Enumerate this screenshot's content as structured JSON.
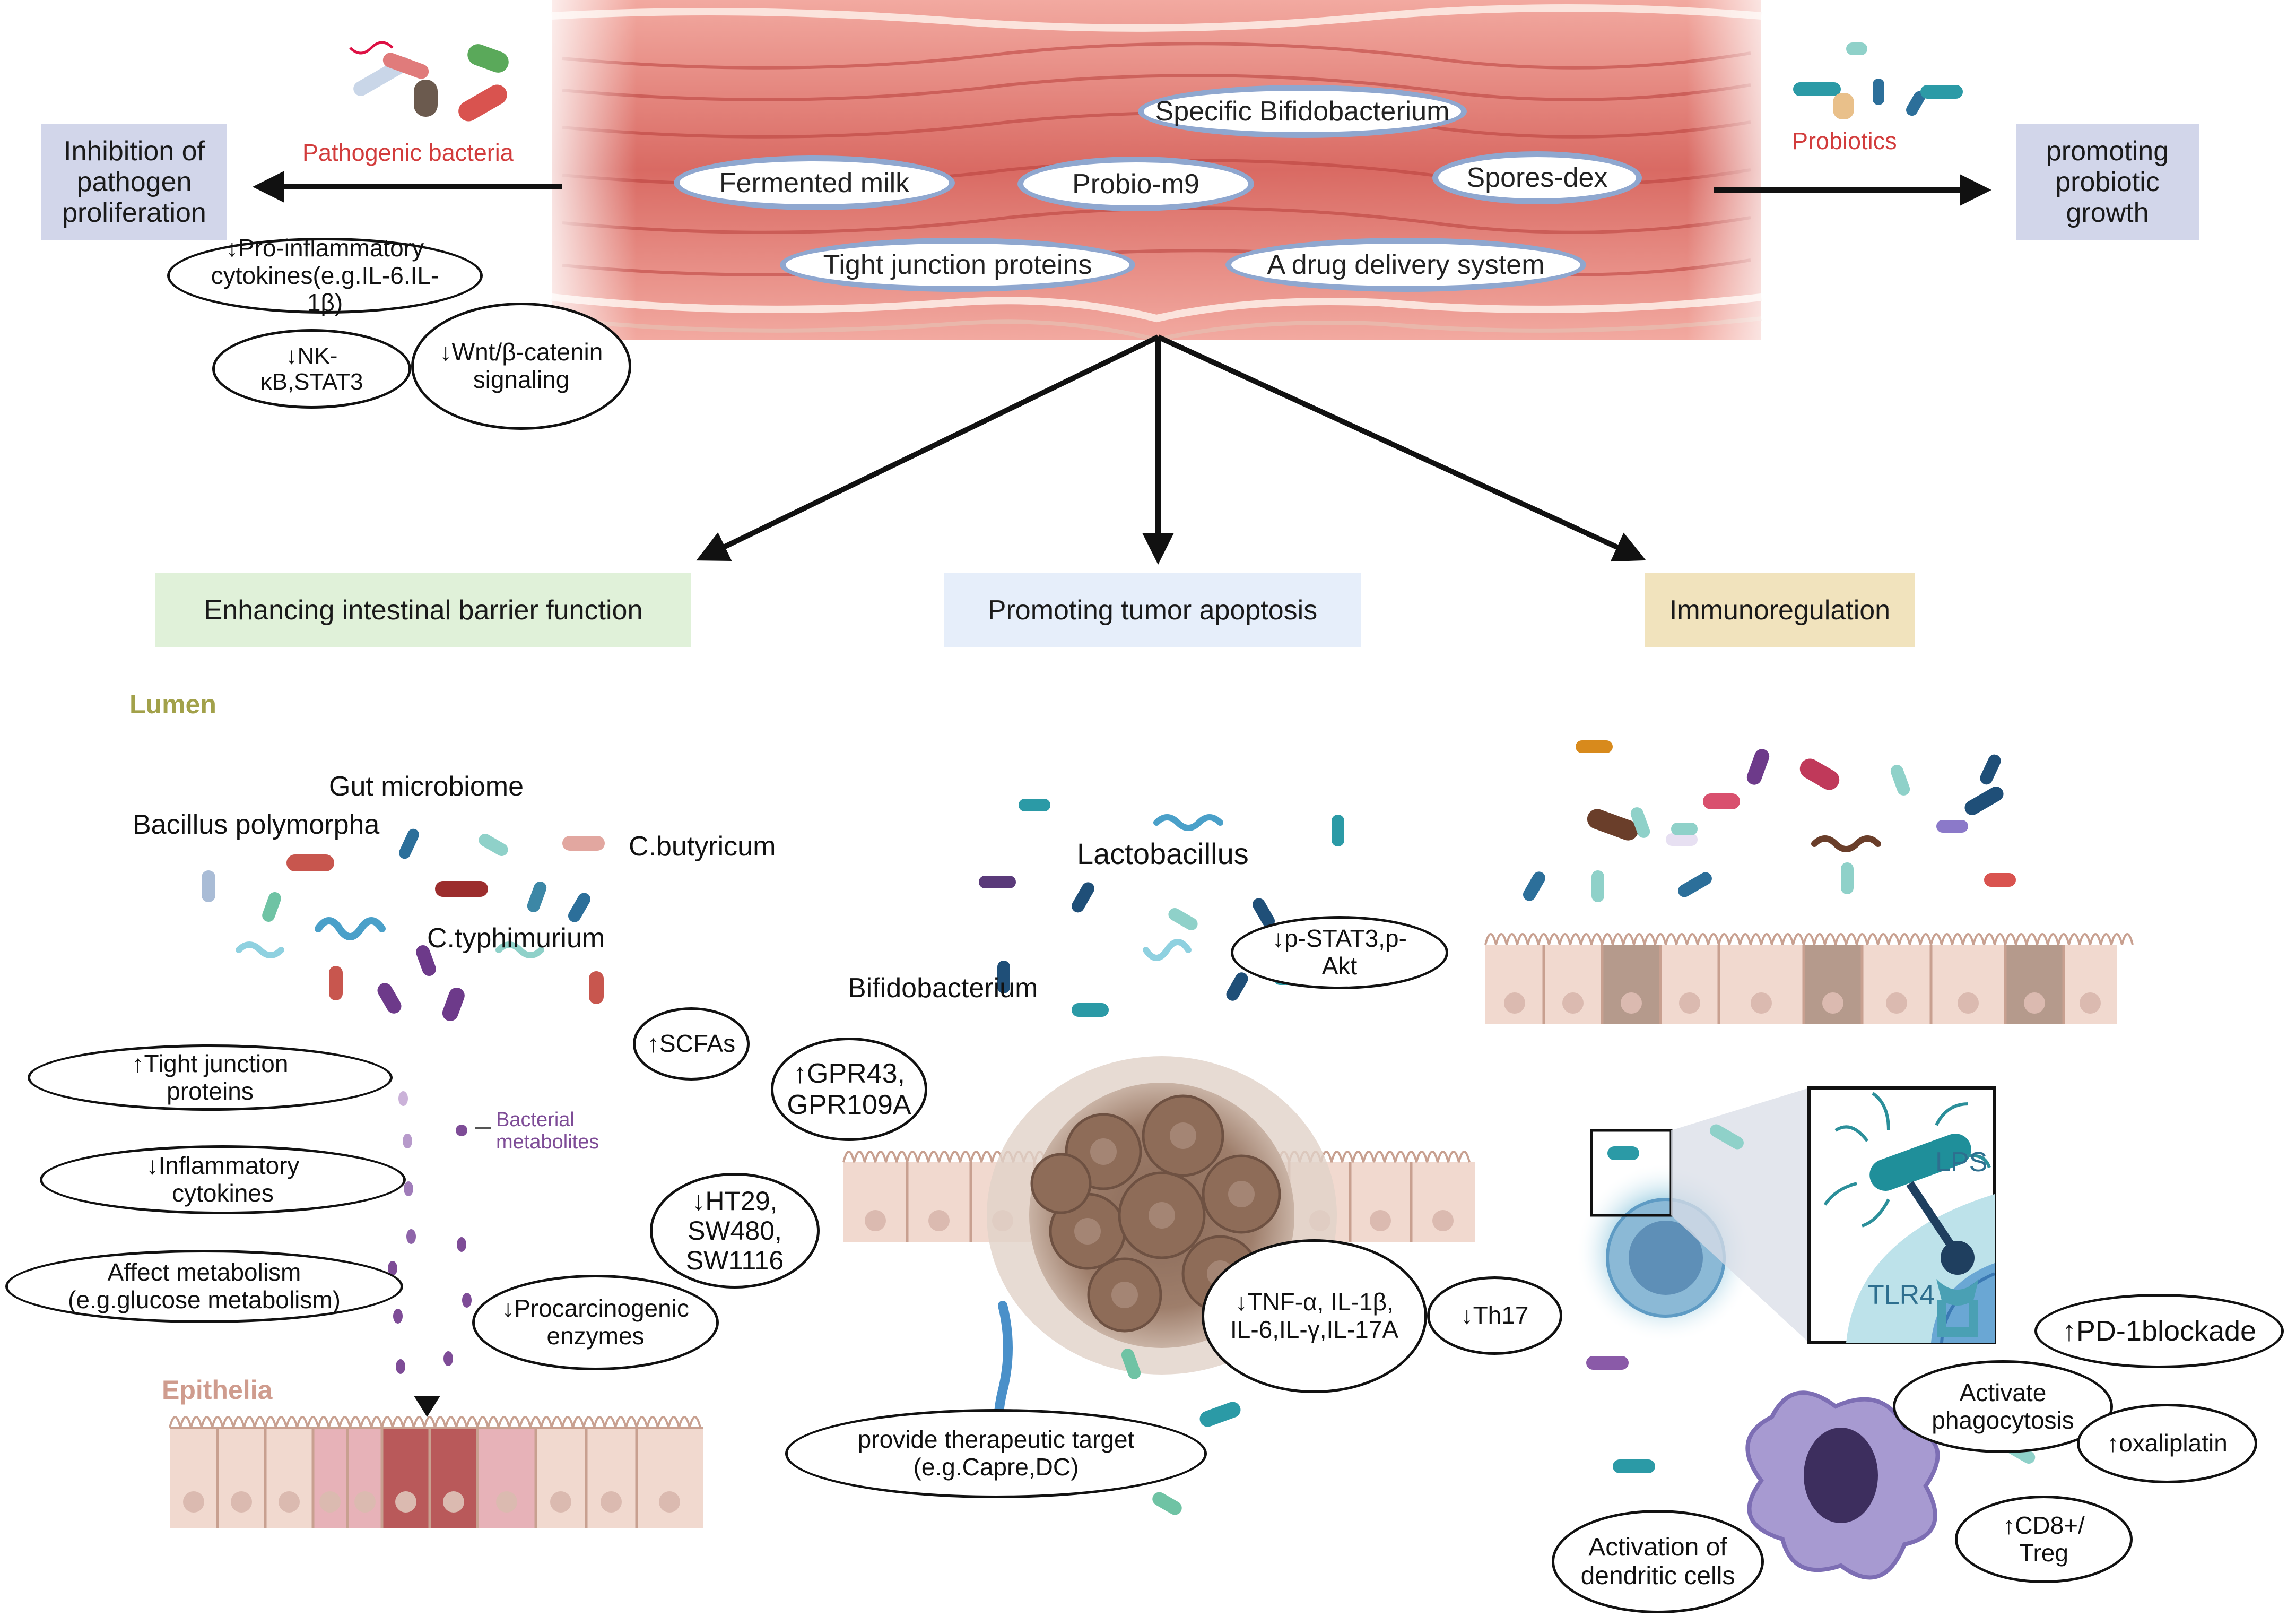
{
  "top": {
    "pathogen_label": "Pathogenic bacteria",
    "probiotic_label": "Probiotics",
    "inhibition_box": "Inhibition of pathogen proliferation",
    "promoting_box": "promoting probiotic growth",
    "gut_labels": {
      "specific_bifido": "Specific Bifidobacterium",
      "fermented_milk": "Fermented milk",
      "probio_m9": "Probio-m9",
      "spores_dex": "Spores-dex",
      "tight_junction": "Tight junction proteins",
      "drug_delivery": "A drug delivery system"
    },
    "ellipses": {
      "pro_inflammatory": "↓Pro-inflammatory cytokines(e.g.IL-6.IL-1β)",
      "nk_kb": "↓NK-κB,STAT3",
      "wnt": "↓Wnt/β-catenin signaling"
    }
  },
  "sections": {
    "barrier": "Enhancing intestinal barrier function",
    "apoptosis": "Promoting tumor apoptosis",
    "immuno": "Immunoregulation"
  },
  "colors": {
    "barrier_bg": "#e0f1d9",
    "apoptosis_bg": "#e6eefa",
    "immuno_bg": "#f1e3bd",
    "top_box_bg": "#d2d6ea",
    "red_text": "#d23c3c",
    "lumen_text": "#a2a14a",
    "epithelia_text": "#cf9c8e",
    "gut_border": "#8fa7cf"
  },
  "left": {
    "lumen": "Lumen",
    "epithelia": "Epithelia",
    "gut_microbiome": "Gut microbiome",
    "bacillus": "Bacillus polymorpha",
    "c_butyricum": "C.butyricum",
    "c_typhimurium": "C.typhimurium",
    "bacterial_metabolites": "Bacterial metabolites",
    "tight_junction": "↑Tight junction proteins",
    "inflammatory": "↓Inflammatory cytokines",
    "metabolism": "Affect metabolism (e.g.glucose metabolism)",
    "scfas": "↑SCFAs",
    "ht29": "↓HT29, SW480, SW1116",
    "procarcinogenic": "↓Procarcinogenic enzymes"
  },
  "middle": {
    "lactobacillus": "Lactobacillus",
    "bifidobacterium": "Bifidobacterium",
    "pstat3": "↓p-STAT3,p-Akt",
    "gpr43": "↑GPR43, GPR109A",
    "tnf": "↓TNF-α, IL-1β, IL-6,IL-γ,IL-17A",
    "th17": "↓Th17",
    "therapeutic": "provide therapeutic target (e.g.Capre,DC)"
  },
  "right": {
    "lps": "LPS",
    "tlr4": "TLR4",
    "pd1": "↑PD-1blockade",
    "phagocytosis": "Activate phagocytosis",
    "oxaliplatin": "↑oxaliplatin",
    "cd8": "↑CD8+/ Treg",
    "dendritic": "Activation of dendritic cells"
  }
}
